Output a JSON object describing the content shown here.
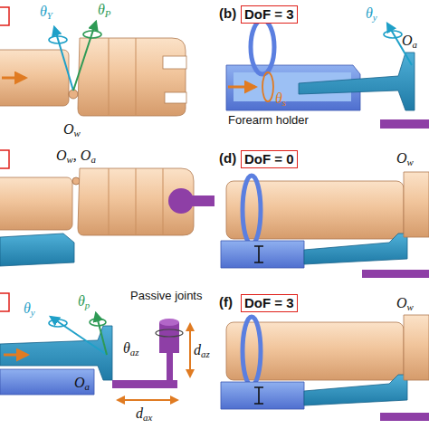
{
  "diagram": {
    "nodes": [
      {
        "text": [
          "DoF = 3"
        ]
      },
      {
        "text": [
          "DoF = 0"
        ]
      },
      {
        "text": [
          "DoF = 3"
        ]
      }
    ],
    "labels": [
      "θY",
      "θP",
      "Ow",
      "(b)",
      "θy",
      "θs",
      "Oa",
      "Forearm holder",
      "Ow, Oa",
      "(d)",
      "Ow",
      "θy",
      "θp",
      "Oa",
      "Passive joints",
      "θaz",
      "daz",
      "dax",
      "(f)",
      "Ow"
    ]
  }
}
